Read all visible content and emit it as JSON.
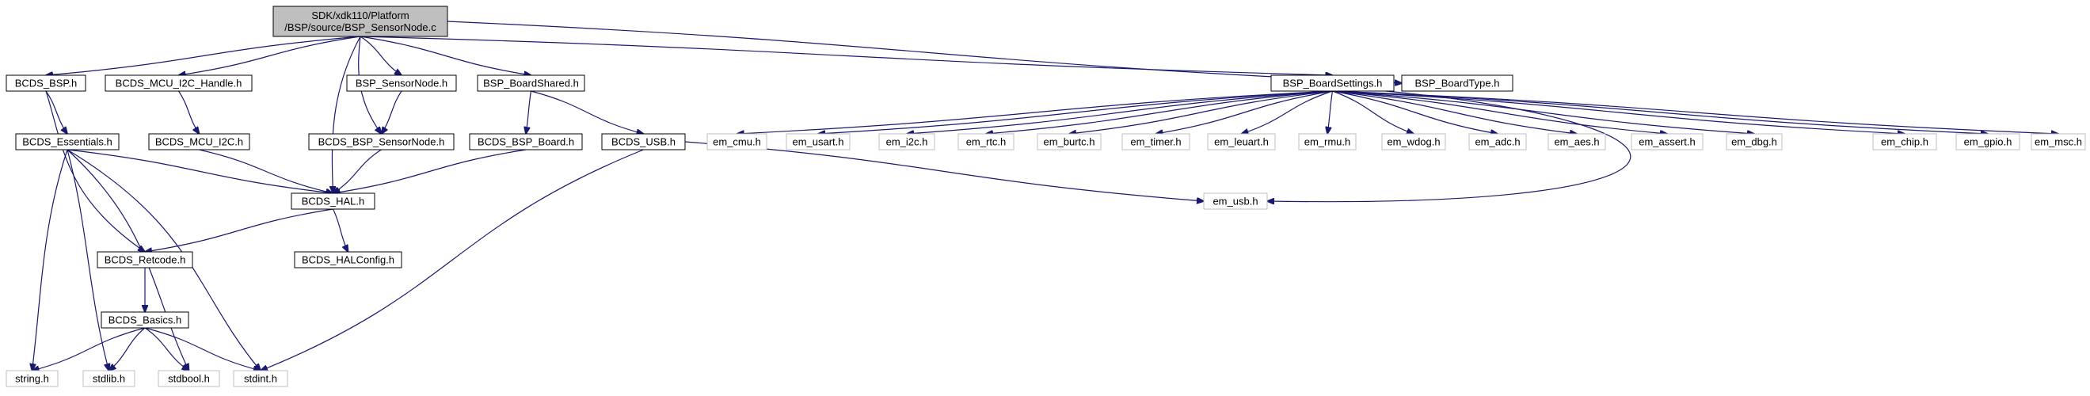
{
  "diagram": {
    "type": "include-dependency-graph",
    "colors": {
      "edge": "#191970",
      "root_fill": "#bfbfbf",
      "internal_border": "#000000",
      "external_border": "#bfbfbf"
    },
    "nodes": [
      {
        "id": "root",
        "kind": "root",
        "lines": [
          "SDK/xdk110/Platform",
          "/BSP/source/BSP_SensorNode.c"
        ]
      },
      {
        "id": "bcds_bsp",
        "kind": "internal",
        "lines": [
          "BCDS_BSP.h"
        ]
      },
      {
        "id": "mcu_i2c_handle",
        "kind": "internal",
        "lines": [
          "BCDS_MCU_I2C_Handle.h"
        ]
      },
      {
        "id": "bsp_sensornode",
        "kind": "internal",
        "lines": [
          "BSP_SensorNode.h"
        ]
      },
      {
        "id": "bsp_boardshared",
        "kind": "internal",
        "lines": [
          "BSP_BoardShared.h"
        ]
      },
      {
        "id": "bsp_boardsettings",
        "kind": "internal",
        "lines": [
          "BSP_BoardSettings.h"
        ]
      },
      {
        "id": "bsp_boardtype",
        "kind": "internal",
        "lines": [
          "BSP_BoardType.h"
        ]
      },
      {
        "id": "bcds_essentials",
        "kind": "internal",
        "lines": [
          "BCDS_Essentials.h"
        ]
      },
      {
        "id": "mcu_i2c",
        "kind": "internal",
        "lines": [
          "BCDS_MCU_I2C.h"
        ]
      },
      {
        "id": "bcds_bsp_sensornode",
        "kind": "internal",
        "lines": [
          "BCDS_BSP_SensorNode.h"
        ]
      },
      {
        "id": "bcds_bsp_board",
        "kind": "internal",
        "lines": [
          "BCDS_BSP_Board.h"
        ]
      },
      {
        "id": "bcds_usb",
        "kind": "internal",
        "lines": [
          "BCDS_USB.h"
        ]
      },
      {
        "id": "bcds_hal",
        "kind": "internal",
        "lines": [
          "BCDS_HAL.h"
        ]
      },
      {
        "id": "bcds_halconfig",
        "kind": "internal",
        "lines": [
          "BCDS_HALConfig.h"
        ]
      },
      {
        "id": "bcds_retcode",
        "kind": "internal",
        "lines": [
          "BCDS_Retcode.h"
        ]
      },
      {
        "id": "bcds_basics",
        "kind": "internal",
        "lines": [
          "BCDS_Basics.h"
        ]
      },
      {
        "id": "string_h",
        "kind": "external",
        "lines": [
          "string.h"
        ]
      },
      {
        "id": "stdlib_h",
        "kind": "external",
        "lines": [
          "stdlib.h"
        ]
      },
      {
        "id": "stdbool_h",
        "kind": "external",
        "lines": [
          "stdbool.h"
        ]
      },
      {
        "id": "stdint_h",
        "kind": "external",
        "lines": [
          "stdint.h"
        ]
      },
      {
        "id": "em_usb",
        "kind": "external",
        "lines": [
          "em_usb.h"
        ]
      },
      {
        "id": "em_cmu",
        "kind": "external",
        "lines": [
          "em_cmu.h"
        ]
      },
      {
        "id": "em_usart",
        "kind": "external",
        "lines": [
          "em_usart.h"
        ]
      },
      {
        "id": "em_i2c",
        "kind": "external",
        "lines": [
          "em_i2c.h"
        ]
      },
      {
        "id": "em_rtc",
        "kind": "external",
        "lines": [
          "em_rtc.h"
        ]
      },
      {
        "id": "em_burtc",
        "kind": "external",
        "lines": [
          "em_burtc.h"
        ]
      },
      {
        "id": "em_timer",
        "kind": "external",
        "lines": [
          "em_timer.h"
        ]
      },
      {
        "id": "em_leuart",
        "kind": "external",
        "lines": [
          "em_leuart.h"
        ]
      },
      {
        "id": "em_rmu",
        "kind": "external",
        "lines": [
          "em_rmu.h"
        ]
      },
      {
        "id": "em_wdog",
        "kind": "external",
        "lines": [
          "em_wdog.h"
        ]
      },
      {
        "id": "em_adc",
        "kind": "external",
        "lines": [
          "em_adc.h"
        ]
      },
      {
        "id": "em_aes",
        "kind": "external",
        "lines": [
          "em_aes.h"
        ]
      },
      {
        "id": "em_assert",
        "kind": "external",
        "lines": [
          "em_assert.h"
        ]
      },
      {
        "id": "em_dbg",
        "kind": "external",
        "lines": [
          "em_dbg.h"
        ]
      },
      {
        "id": "em_chip",
        "kind": "external",
        "lines": [
          "em_chip.h"
        ]
      },
      {
        "id": "em_gpio",
        "kind": "external",
        "lines": [
          "em_gpio.h"
        ]
      },
      {
        "id": "em_msc",
        "kind": "external",
        "lines": [
          "em_msc.h"
        ]
      }
    ],
    "edges": [
      {
        "from": "root",
        "to": "bcds_bsp"
      },
      {
        "from": "root",
        "to": "mcu_i2c_handle"
      },
      {
        "from": "root",
        "to": "bcds_hal"
      },
      {
        "from": "root",
        "to": "bcds_bsp_sensornode"
      },
      {
        "from": "root",
        "to": "bsp_sensornode"
      },
      {
        "from": "root",
        "to": "bsp_boardshared"
      },
      {
        "from": "root",
        "to": "bsp_boardsettings"
      },
      {
        "from": "root",
        "to": "bsp_boardtype"
      },
      {
        "from": "bcds_bsp",
        "to": "bcds_essentials"
      },
      {
        "from": "bcds_bsp",
        "to": "bcds_retcode"
      },
      {
        "from": "mcu_i2c_handle",
        "to": "mcu_i2c"
      },
      {
        "from": "bsp_sensornode",
        "to": "bcds_bsp_sensornode"
      },
      {
        "from": "bsp_boardshared",
        "to": "bcds_bsp_board"
      },
      {
        "from": "bsp_boardshared",
        "to": "bcds_usb"
      },
      {
        "from": "bcds_essentials",
        "to": "bcds_hal"
      },
      {
        "from": "bcds_essentials",
        "to": "string_h"
      },
      {
        "from": "bcds_essentials",
        "to": "stdlib_h"
      },
      {
        "from": "bcds_essentials",
        "to": "stdbool_h"
      },
      {
        "from": "bcds_essentials",
        "to": "stdint_h"
      },
      {
        "from": "mcu_i2c",
        "to": "bcds_hal"
      },
      {
        "from": "bcds_bsp_sensornode",
        "to": "bcds_hal"
      },
      {
        "from": "bcds_bsp_board",
        "to": "bcds_hal"
      },
      {
        "from": "bcds_usb",
        "to": "em_usb"
      },
      {
        "from": "bcds_usb",
        "to": "stdint_h"
      },
      {
        "from": "bcds_hal",
        "to": "bcds_retcode"
      },
      {
        "from": "bcds_hal",
        "to": "bcds_halconfig"
      },
      {
        "from": "bcds_retcode",
        "to": "bcds_basics"
      },
      {
        "from": "bcds_basics",
        "to": "string_h"
      },
      {
        "from": "bcds_basics",
        "to": "stdlib_h"
      },
      {
        "from": "bcds_basics",
        "to": "stdbool_h"
      },
      {
        "from": "bcds_basics",
        "to": "stdint_h"
      },
      {
        "from": "bsp_boardsettings",
        "to": "em_cmu"
      },
      {
        "from": "bsp_boardsettings",
        "to": "em_usart"
      },
      {
        "from": "bsp_boardsettings",
        "to": "em_i2c"
      },
      {
        "from": "bsp_boardsettings",
        "to": "em_rtc"
      },
      {
        "from": "bsp_boardsettings",
        "to": "em_burtc"
      },
      {
        "from": "bsp_boardsettings",
        "to": "em_timer"
      },
      {
        "from": "bsp_boardsettings",
        "to": "em_leuart"
      },
      {
        "from": "bsp_boardsettings",
        "to": "em_rmu"
      },
      {
        "from": "bsp_boardsettings",
        "to": "em_wdog"
      },
      {
        "from": "bsp_boardsettings",
        "to": "em_adc"
      },
      {
        "from": "bsp_boardsettings",
        "to": "em_aes"
      },
      {
        "from": "bsp_boardsettings",
        "to": "em_assert"
      },
      {
        "from": "bsp_boardsettings",
        "to": "em_dbg"
      },
      {
        "from": "bsp_boardsettings",
        "to": "em_chip"
      },
      {
        "from": "bsp_boardsettings",
        "to": "em_gpio"
      },
      {
        "from": "bsp_boardsettings",
        "to": "em_msc"
      },
      {
        "from": "bsp_boardsettings",
        "to": "em_usb"
      }
    ]
  }
}
